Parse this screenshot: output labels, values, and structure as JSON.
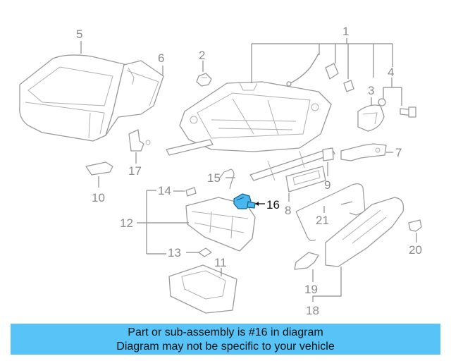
{
  "callouts": {
    "c1": "1",
    "c2": "2",
    "c3": "3",
    "c4": "4",
    "c5": "5",
    "c6": "6",
    "c7": "7",
    "c8": "8",
    "c9": "9",
    "c10": "10",
    "c11": "11",
    "c12": "12",
    "c13": "13",
    "c14": "14",
    "c15": "15",
    "c16": "16",
    "c17": "17",
    "c18": "18",
    "c19": "19",
    "c20": "20",
    "c21": "21"
  },
  "highlighted_part": "16",
  "colors": {
    "highlight": "#49b7ee",
    "banner": "#57c3f7",
    "line": "#9a9a9a"
  },
  "banner": {
    "line1": "Part or sub-assembly is #16 in diagram",
    "line2": "Diagram may not be specific to your vehicle"
  }
}
